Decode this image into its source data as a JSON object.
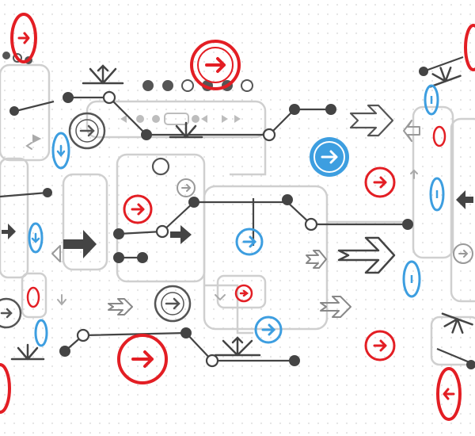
{
  "colors": {
    "background": "#ffffff",
    "dot_grid": "#e3e3e3",
    "dark": "#444444",
    "mid_gray": "#9a9a9a",
    "light_gray": "#c8c8c8",
    "red": "#e31e24",
    "blue": "#3d9ee0"
  },
  "icons": {
    "red_circle_arrow": "arrow-right-in-red-circle",
    "blue_circle_arrow": "arrow-right-in-blue-circle",
    "gray_circle_arrow": "arrow-right-in-gray-circle",
    "outline_arrow": "outline-arrow-right",
    "bold_arrow": "bold-arrow-right",
    "fan_arrow": "fan-arrow-up",
    "node": "circle-node"
  }
}
